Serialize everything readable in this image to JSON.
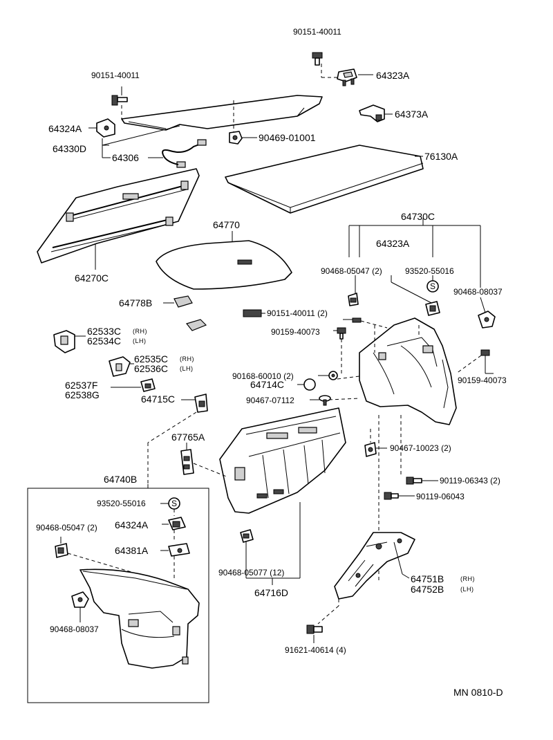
{
  "diagram_code": "MN 0810-D",
  "labels": {
    "p_9015140011_top": "90151-40011",
    "p_64323A_top": "64323A",
    "p_9015140011_left": "90151-40011",
    "p_64373A": "64373A",
    "p_64324A_top": "64324A",
    "p_9046901001": "90469-01001",
    "p_64330D": "64330D",
    "p_64306": "64306",
    "p_76130A": "76130A",
    "p_64730C": "64730C",
    "p_64770": "64770",
    "p_64323A_mid": "64323A",
    "p_64270C": "64270C",
    "p_9046805047_right": "90468-05047 (2)",
    "p_9352055016_right": "93520-55016",
    "p_9046808037_right": "90468-08037",
    "p_64778B": "64778B",
    "p_9015140011_2": "90151-40011 (2)",
    "p_9015940073_mid": "90159-40073",
    "p_62533C": "62533C",
    "p_62534C": "62534C",
    "p_62535C": "62535C",
    "p_62536C": "62536C",
    "p_9015940073_right": "90159-40073",
    "p_9016860010": "90168-60010 (2)",
    "p_62537F": "62537F",
    "p_62538G": "62538G",
    "p_64714C": "64714C",
    "p_64715C": "64715C",
    "p_9046707112": "90467-07112",
    "p_67765A": "67765A",
    "p_9046710023": "90467-10023 (2)",
    "p_64740B": "64740B",
    "p_9011906343": "90119-06343 (2)",
    "p_9352055016_box": "93520-55016",
    "p_9011906043": "90119-06043",
    "p_9046805047_box": "90468-05047 (2)",
    "p_64324A_box": "64324A",
    "p_64381A": "64381A",
    "p_9046805077": "90468-05077 (12)",
    "p_64751B": "64751B",
    "p_64752B": "64752B",
    "p_64716D": "64716D",
    "p_9046808037_box": "90468-08037",
    "p_9162140614": "91621-40614 (4)"
  },
  "sides": {
    "rh": "(RH)",
    "lh": "(LH)"
  },
  "symbols": {
    "washer_mark": "S"
  }
}
